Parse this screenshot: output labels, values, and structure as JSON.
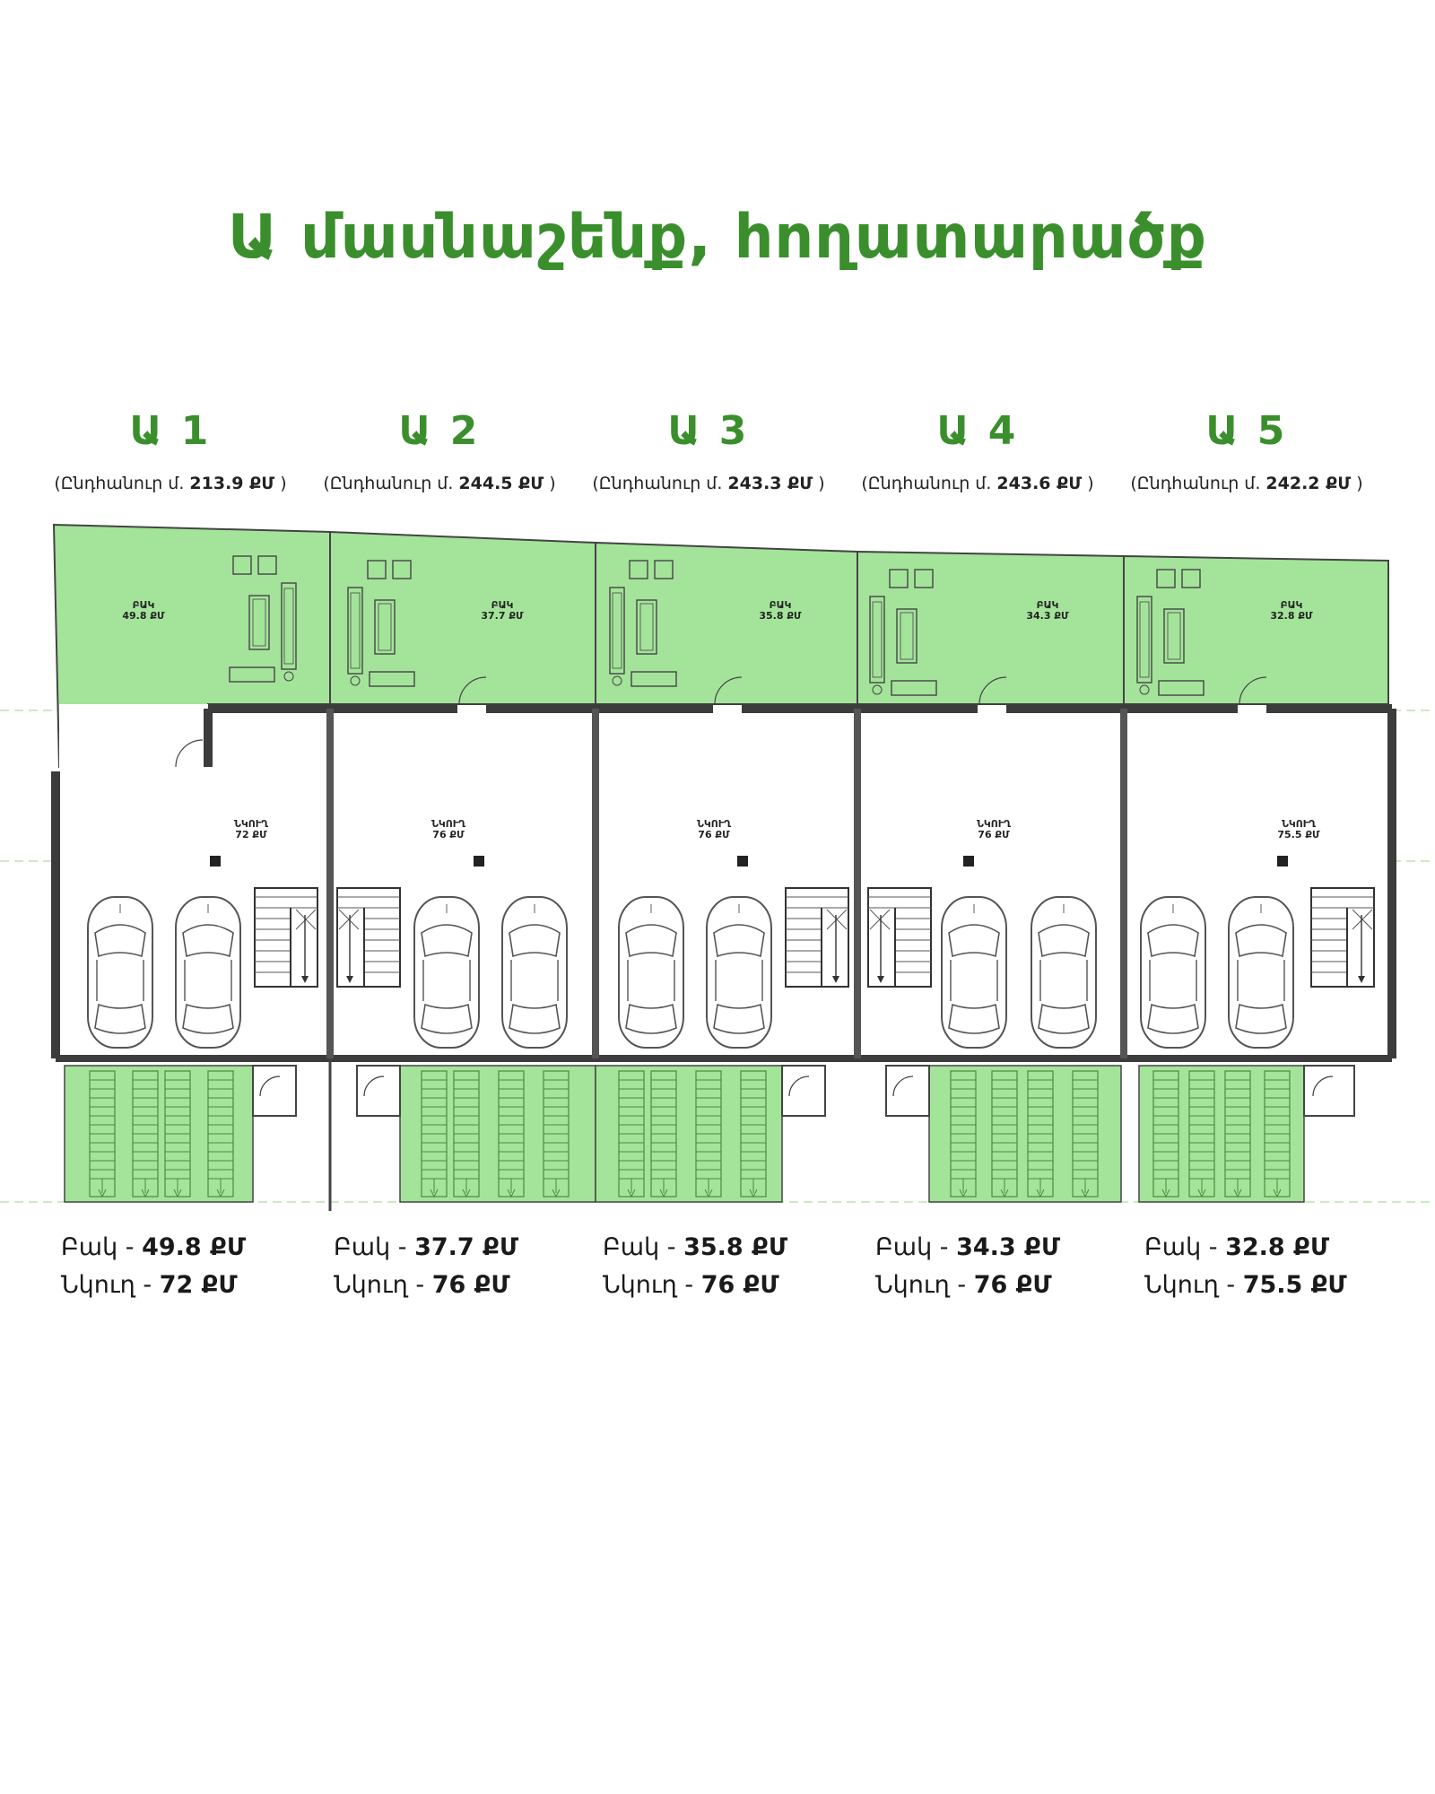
{
  "title": "Ա մասնաշենք, հողատարածք",
  "colors": {
    "accent": "#3a8f2c",
    "plot_fill": "#a4e49a",
    "wall": "#3c3c3c"
  },
  "total_label": "(Ընդհանուր մ.",
  "units": [
    {
      "name": "Ա 1",
      "total": "213.9 ՔՄ",
      "garden_label": "ԲԱԿ",
      "garden_area": "49.8 ՔՄ",
      "garage_label": "ՆԿՈՒՂ",
      "garage_area": "72 ՔՄ",
      "yard_line": "Բակ - ",
      "yard_value": "49.8 ՔՄ",
      "garage_line": "Նկուղ - ",
      "garage_value": "72 ՔՄ"
    },
    {
      "name": "Ա 2",
      "total": "244.5 ՔՄ",
      "garden_label": "ԲԱԿ",
      "garden_area": "37.7 ՔՄ",
      "garage_label": "ՆԿՈՒՂ",
      "garage_area": "76 ՔՄ",
      "yard_line": "Բակ - ",
      "yard_value": "37.7 ՔՄ",
      "garage_line": "Նկուղ - ",
      "garage_value": "76 ՔՄ"
    },
    {
      "name": "Ա 3",
      "total": "243.3 ՔՄ",
      "garden_label": "ԲԱԿ",
      "garden_area": "35.8 ՔՄ",
      "garage_label": "ՆԿՈՒՂ",
      "garage_area": "76 ՔՄ",
      "yard_line": "Բակ - ",
      "yard_value": "35.8 ՔՄ",
      "garage_line": "Նկուղ - ",
      "garage_value": "76 ՔՄ"
    },
    {
      "name": "Ա 4",
      "total": "243.6 ՔՄ",
      "garden_label": "ԲԱԿ",
      "garden_area": "34.3 ՔՄ",
      "garage_label": "ՆԿՈՒՂ",
      "garage_area": "76 ՔՄ",
      "yard_line": "Բակ - ",
      "yard_value": "34.3 ՔՄ",
      "garage_line": "Նկուղ - ",
      "garage_value": "76 ՔՄ"
    },
    {
      "name": "Ա 5",
      "total": "242.2 ՔՄ",
      "garden_label": "ԲԱԿ",
      "garden_area": "32.8 ՔՄ",
      "garage_label": "ՆԿՈՒՂ",
      "garage_area": "75.5 ՔՄ",
      "yard_line": "Բակ - ",
      "yard_value": "32.8 ՔՄ",
      "garage_line": "Նկուղ - ",
      "garage_value": "75.5 ՔՄ"
    }
  ]
}
